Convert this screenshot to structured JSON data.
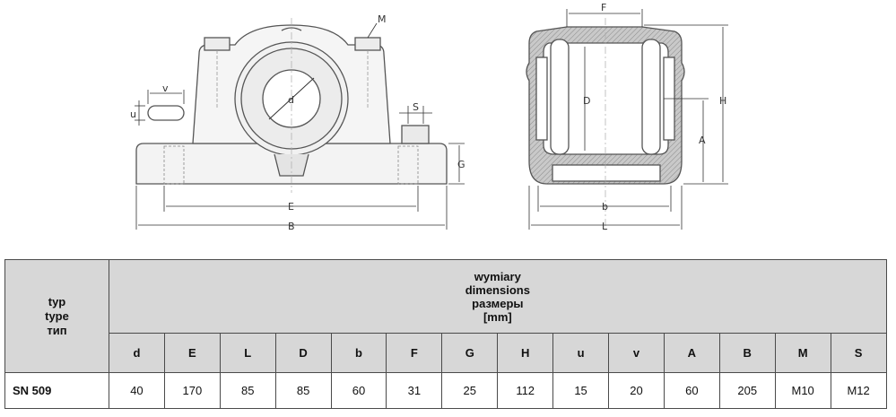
{
  "drawing": {
    "front_view_labels": {
      "M": "M",
      "v": "v",
      "u": "u",
      "d": "d",
      "S": "S",
      "G": "G",
      "E": "E",
      "B": "B"
    },
    "side_view_labels": {
      "F": "F",
      "D": "D",
      "H": "H",
      "A": "A",
      "b": "b",
      "L": "L"
    }
  },
  "table": {
    "type_header": [
      "typ",
      "type",
      "тип"
    ],
    "dimensions_header": [
      "wymiary",
      "dimensions",
      "размеры",
      "[mm]"
    ],
    "columns": [
      "d",
      "E",
      "L",
      "D",
      "b",
      "F",
      "G",
      "H",
      "u",
      "v",
      "A",
      "B",
      "M",
      "S"
    ],
    "rows": [
      {
        "type": "SN 509",
        "values": [
          "40",
          "170",
          "85",
          "85",
          "60",
          "31",
          "25",
          "112",
          "15",
          "20",
          "60",
          "205",
          "M10",
          "M12"
        ]
      }
    ]
  }
}
